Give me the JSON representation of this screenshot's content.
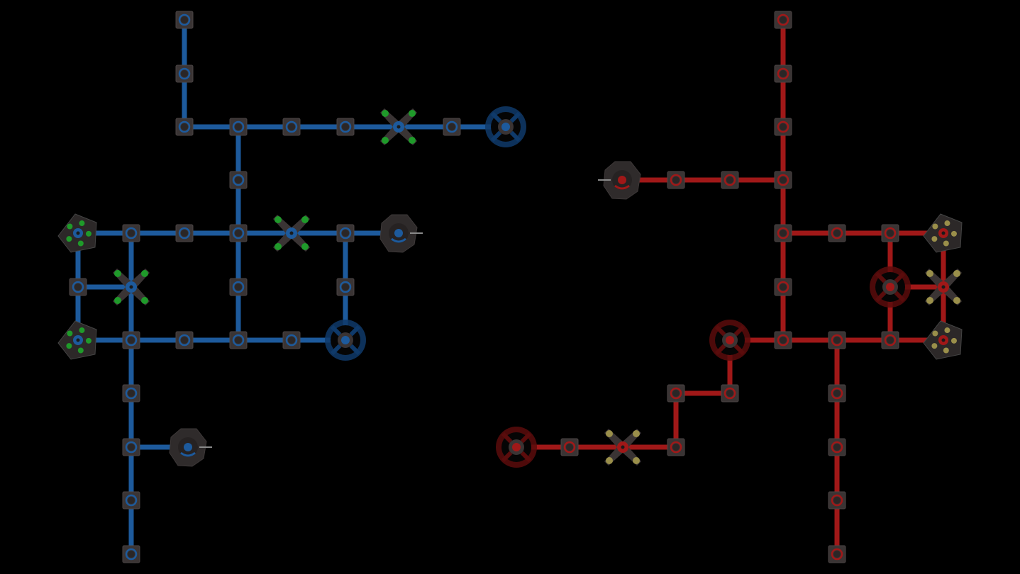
{
  "colors": {
    "background": "#000000",
    "blue_pipe": "#1d5a9c",
    "blue_dark": "#0f3a6a",
    "red_pipe": "#a01818",
    "red_dark": "#5a0c0c",
    "node_body": "#3a3434",
    "node_edge": "#4a4444",
    "green_port": "#1f9a2a",
    "yellow_port": "#9a8f4a"
  },
  "networks": [
    {
      "name": "blue-network",
      "team": "blue"
    },
    {
      "name": "red-network",
      "team": "red"
    }
  ]
}
